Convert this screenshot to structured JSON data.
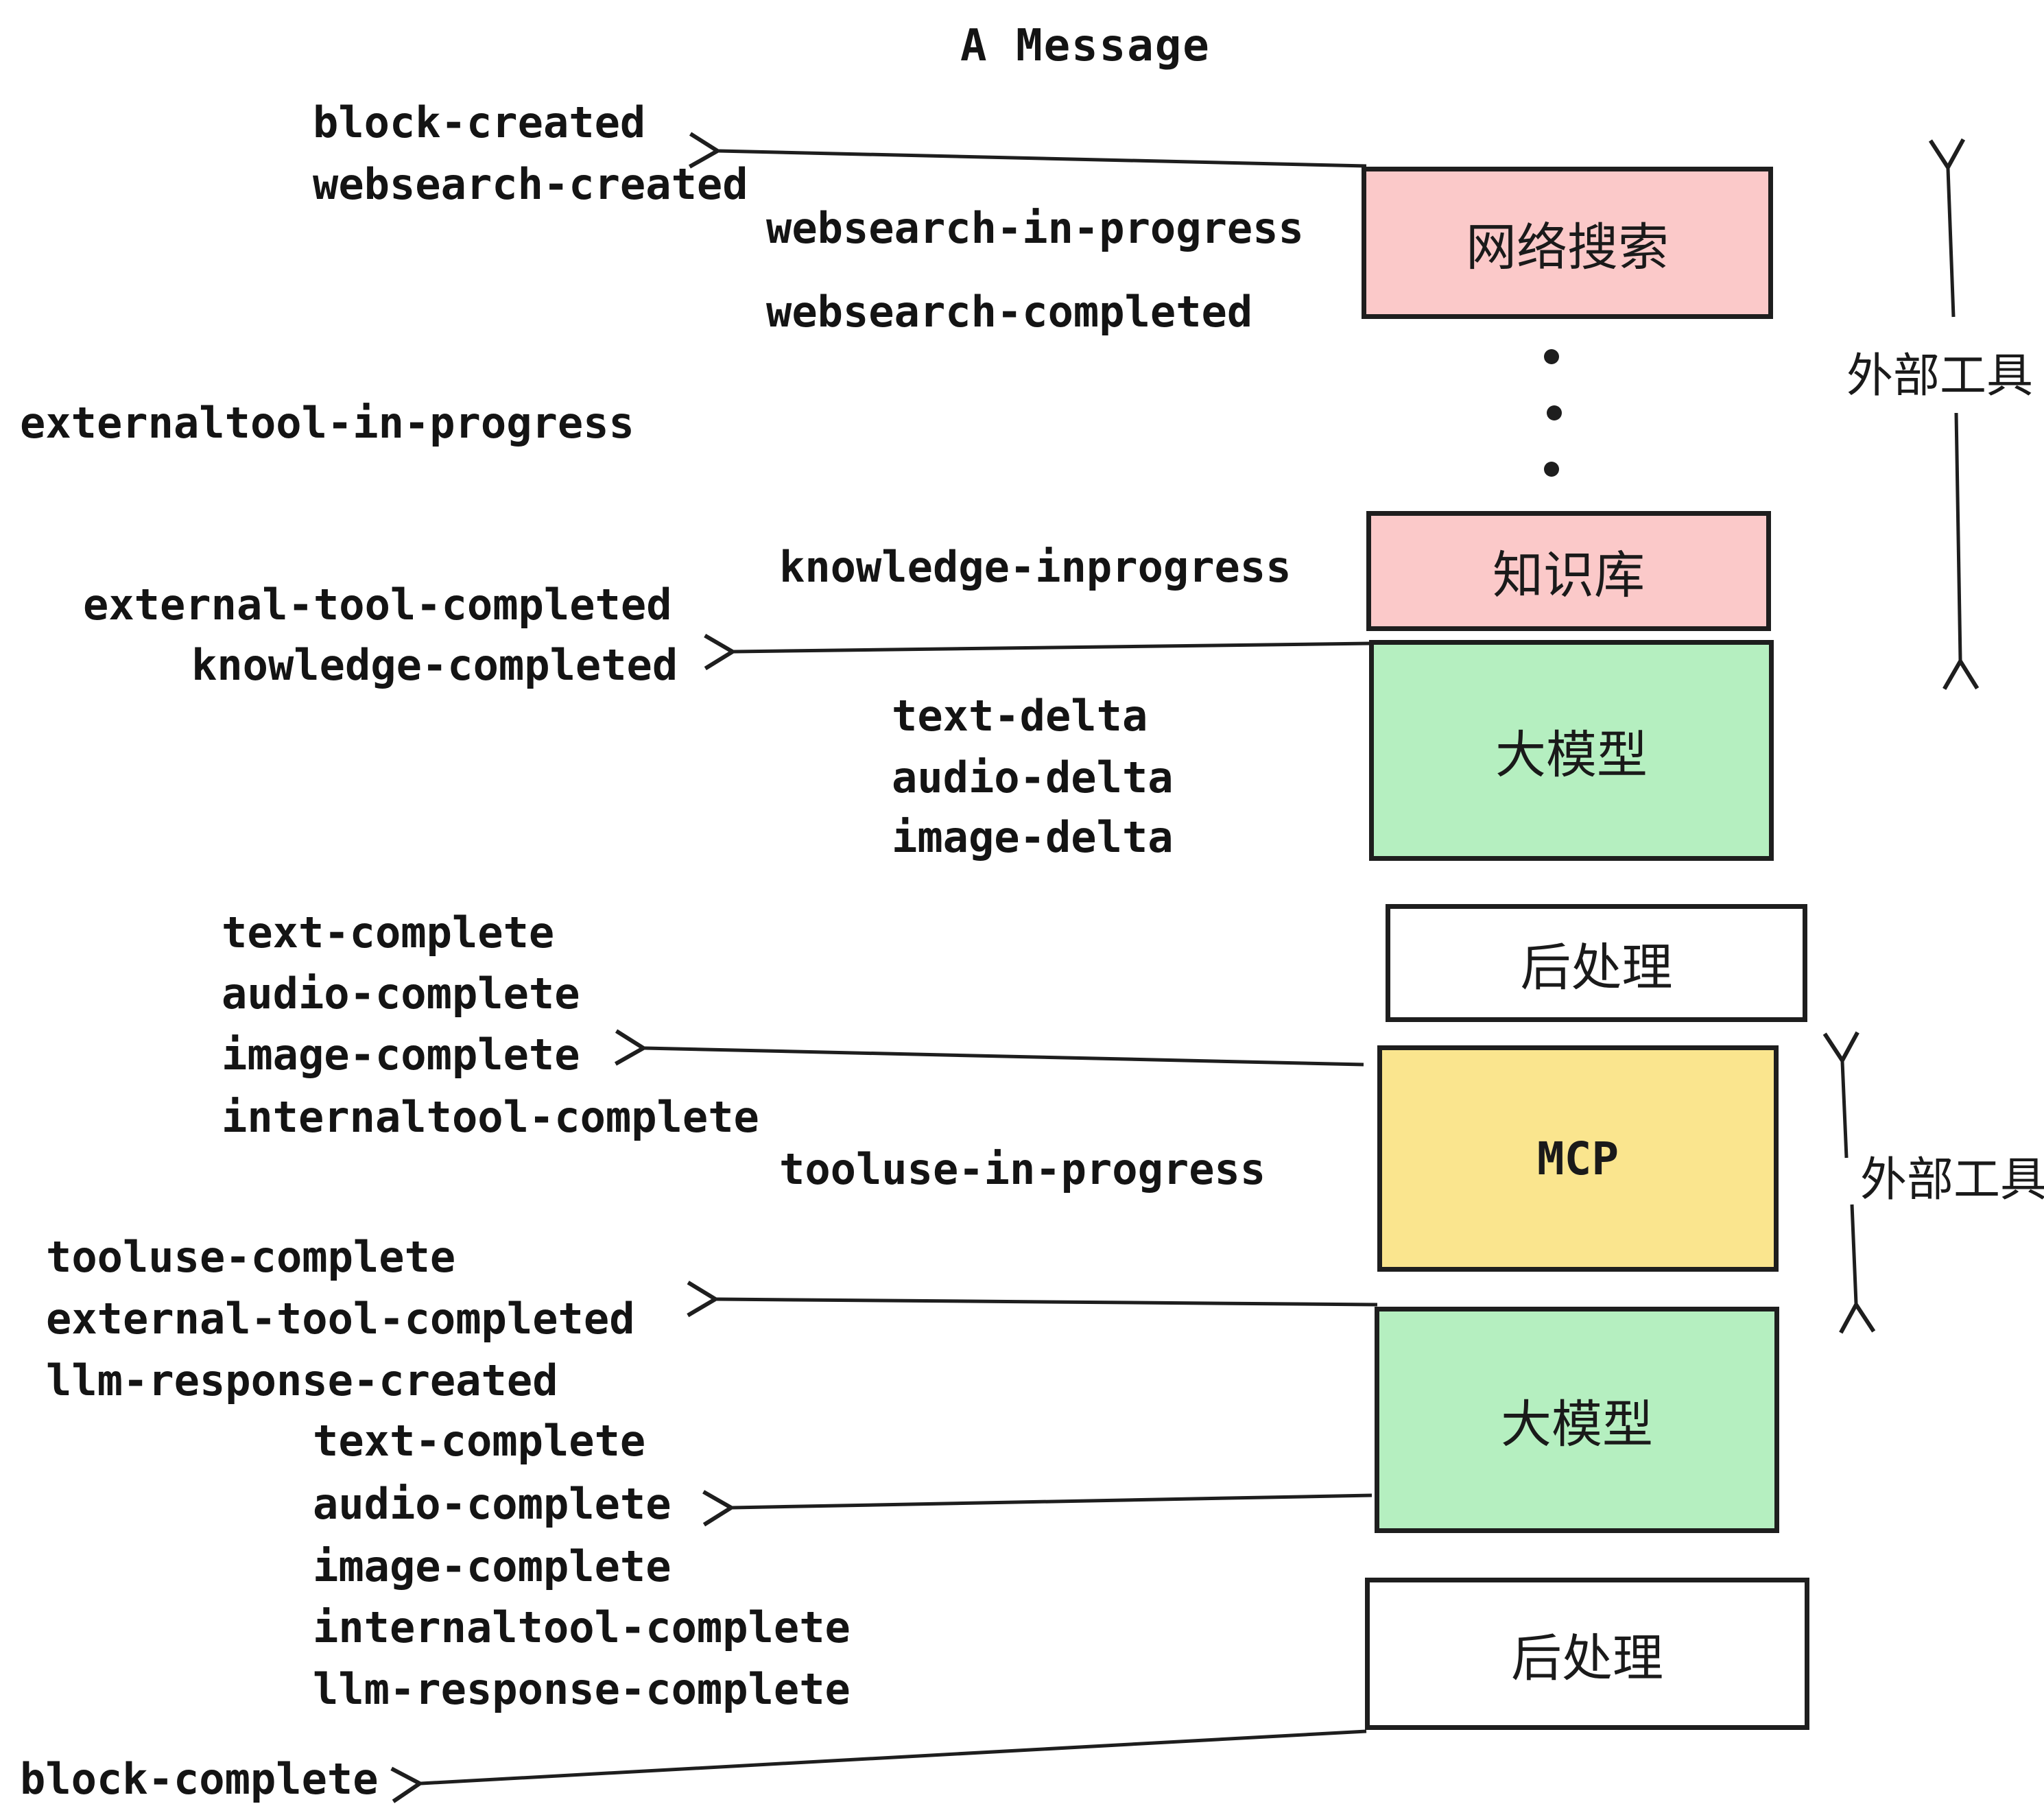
{
  "title": "A Message",
  "colors": {
    "pink": "#fbc9c9",
    "green": "#b5efc0",
    "yellow": "#fae58e",
    "white": "#ffffff",
    "line": "#1e1e1e",
    "text": "#141414",
    "background": "#ffffff"
  },
  "boxes": {
    "websearch": {
      "label": "网络搜索",
      "fill": "#fbc9c9"
    },
    "knowledge": {
      "label": "知识库",
      "fill": "#fbc9c9"
    },
    "llm_top": {
      "label": "大模型",
      "fill": "#b5efc0"
    },
    "post_top": {
      "label": "后处理",
      "fill": "#ffffff"
    },
    "mcp": {
      "label": "MCP",
      "fill": "#fae58e"
    },
    "llm_bottom": {
      "label": "大模型",
      "fill": "#b5efc0"
    },
    "post_bottom": {
      "label": "后处理",
      "fill": "#ffffff"
    }
  },
  "annotations": {
    "external_tools_upper": "外部工具",
    "external_tools_lower": "外部工具"
  },
  "events": {
    "block_created": "block-created",
    "websearch_created": "websearch-created",
    "websearch_in_progress": "websearch-in-progress",
    "websearch_completed": "websearch-completed",
    "externaltool_in_progress": "externaltool-in-progress",
    "knowledge_inprogress": "knowledge-inprogress",
    "external_tool_completed_1": "external-tool-completed",
    "knowledge_completed": "knowledge-completed",
    "text_delta_1": "text-delta",
    "audio_delta_1": "audio-delta",
    "image_delta_1": "image-delta",
    "text_complete_1": "text-complete",
    "audio_complete_1": "audio-complete",
    "image_complete_1": "image-complete",
    "internaltool_complete_1": "internaltool-complete",
    "tooluse_in_progress": "tooluse-in-progress",
    "tooluse_complete": "tooluse-complete",
    "external_tool_completed_2": "external-tool-completed",
    "llm_response_created": "llm-response-created",
    "text_complete_2": "text-complete",
    "audio_complete_2": "audio-complete",
    "image_complete_2": "image-complete",
    "internaltool_complete_2": "internaltool-complete",
    "llm_response_complete": "llm-response-complete",
    "block_complete": "block-complete"
  }
}
